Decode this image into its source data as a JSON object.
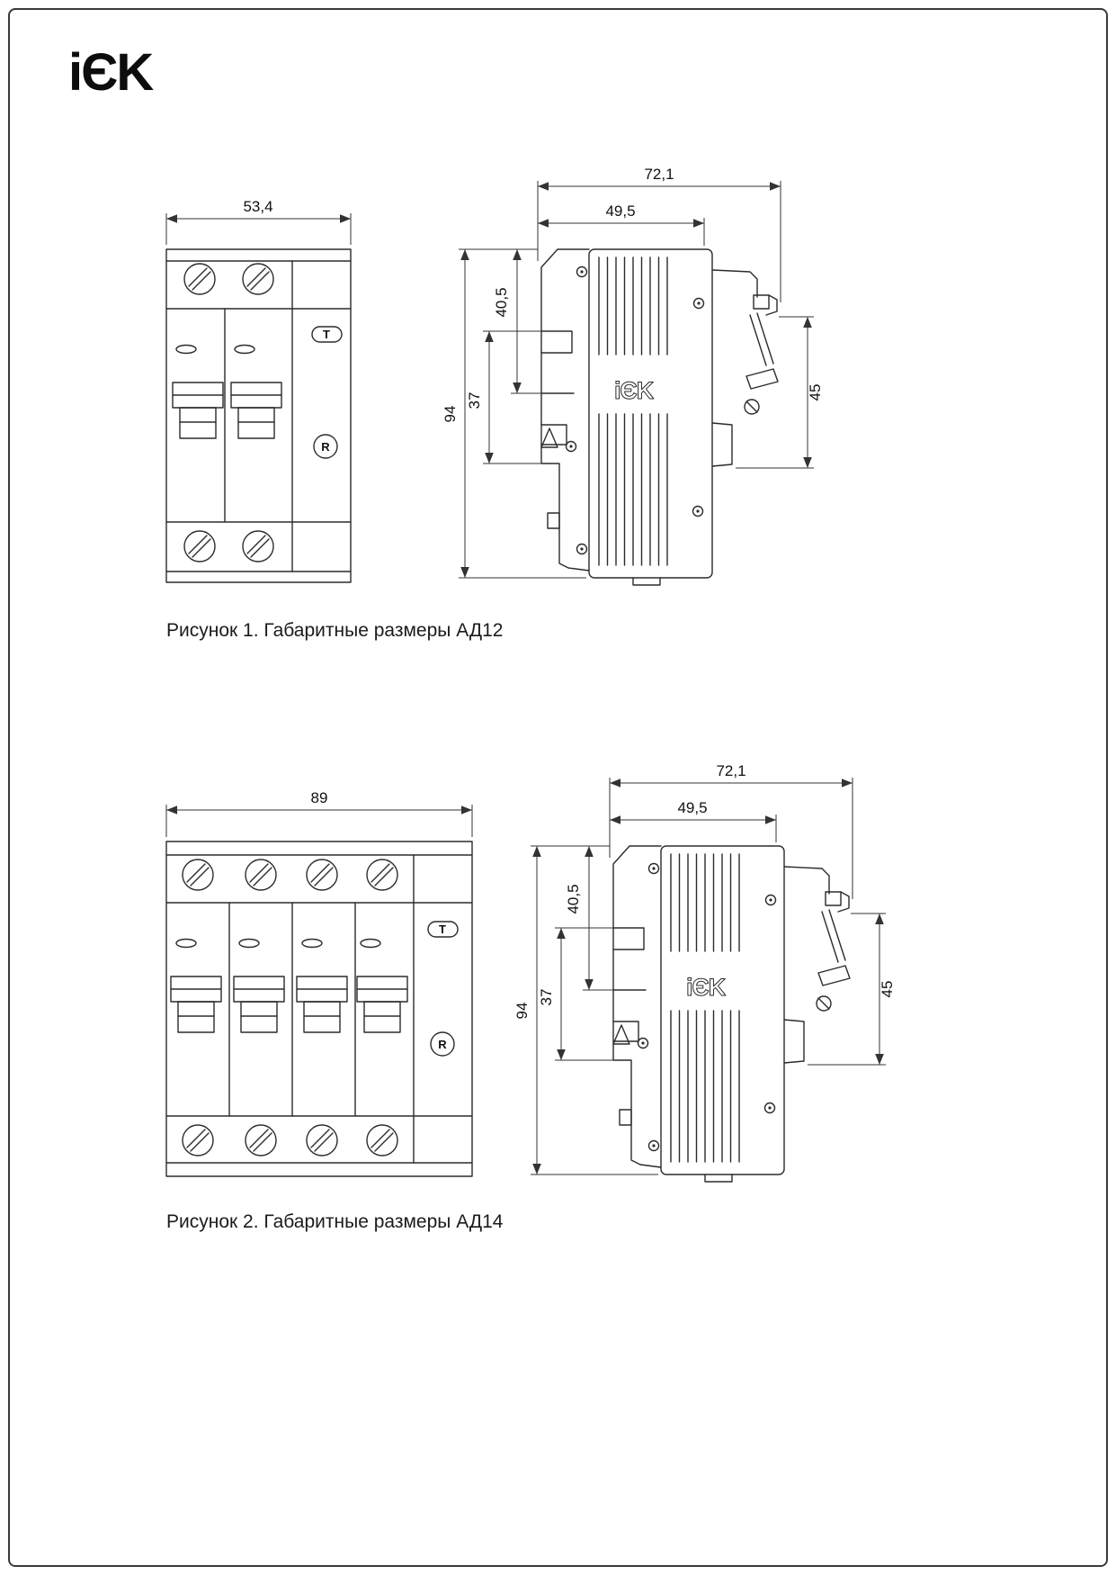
{
  "brand": {
    "logo_text": "iЄK"
  },
  "figure1": {
    "caption": "Рисунок 1. Габаритные размеры АД12",
    "front": {
      "width": "53,4",
      "test_button": "T",
      "reset_button": "R"
    },
    "side": {
      "depth_total": "72,1",
      "depth_front": "49,5",
      "height": "94",
      "offset_top": "40,5",
      "offset_rail": "37",
      "latch": "45",
      "molded_logo": "iЄK"
    }
  },
  "figure2": {
    "caption": "Рисунок 2. Габаритные размеры АД14",
    "front": {
      "width": "89",
      "test_button": "T",
      "reset_button": "R"
    },
    "side": {
      "depth_total": "72,1",
      "depth_front": "49,5",
      "height": "94",
      "offset_top": "40,5",
      "offset_rail": "37",
      "latch": "45",
      "molded_logo": "iЄK"
    }
  }
}
